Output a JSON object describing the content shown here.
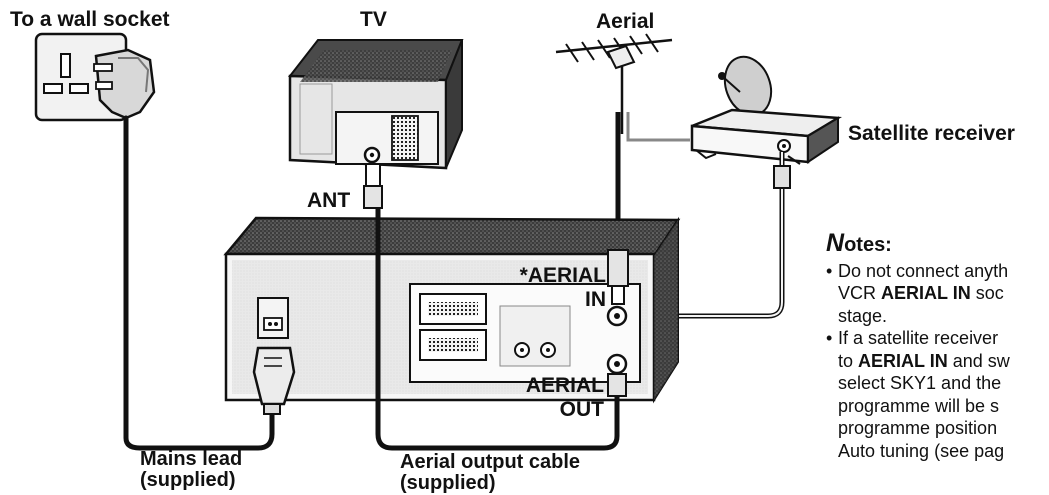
{
  "labels": {
    "wall_socket": "To a wall socket",
    "tv": "TV",
    "aerial": "Aerial",
    "satellite_receiver": "Satellite receiver",
    "ant": "ANT",
    "aerial_in_line1": "*AERIAL",
    "aerial_in_line2": "IN",
    "aerial_out_line1": "AERIAL",
    "aerial_out_line2": "OUT",
    "mains_lead_line1": "Mains lead",
    "mains_lead_line2": "(supplied)",
    "aerial_output_cable_line1": "Aerial output cable",
    "aerial_output_cable_line2": "(supplied)"
  },
  "notes": {
    "title_initial": "N",
    "title_rest": "otes:",
    "bullet": "•",
    "items": [
      {
        "lines": [
          {
            "pre": "Do not connect anyth",
            "bold": "",
            "post": ""
          },
          {
            "pre": "VCR ",
            "bold": "AERIAL IN",
            "post": " soc"
          },
          {
            "pre": "stage.",
            "bold": "",
            "post": ""
          }
        ]
      },
      {
        "lines": [
          {
            "pre": "If a satellite receiver",
            "bold": "",
            "post": ""
          },
          {
            "pre": "to ",
            "bold": "AERIAL IN",
            "post": " and sw"
          },
          {
            "pre": "select SKY1 and the",
            "bold": "",
            "post": ""
          },
          {
            "pre": "programme will be s",
            "bold": "",
            "post": ""
          },
          {
            "pre": "programme position",
            "bold": "",
            "post": ""
          },
          {
            "pre": "Auto tuning (see pag",
            "bold": "",
            "post": ""
          }
        ]
      }
    ]
  }
}
